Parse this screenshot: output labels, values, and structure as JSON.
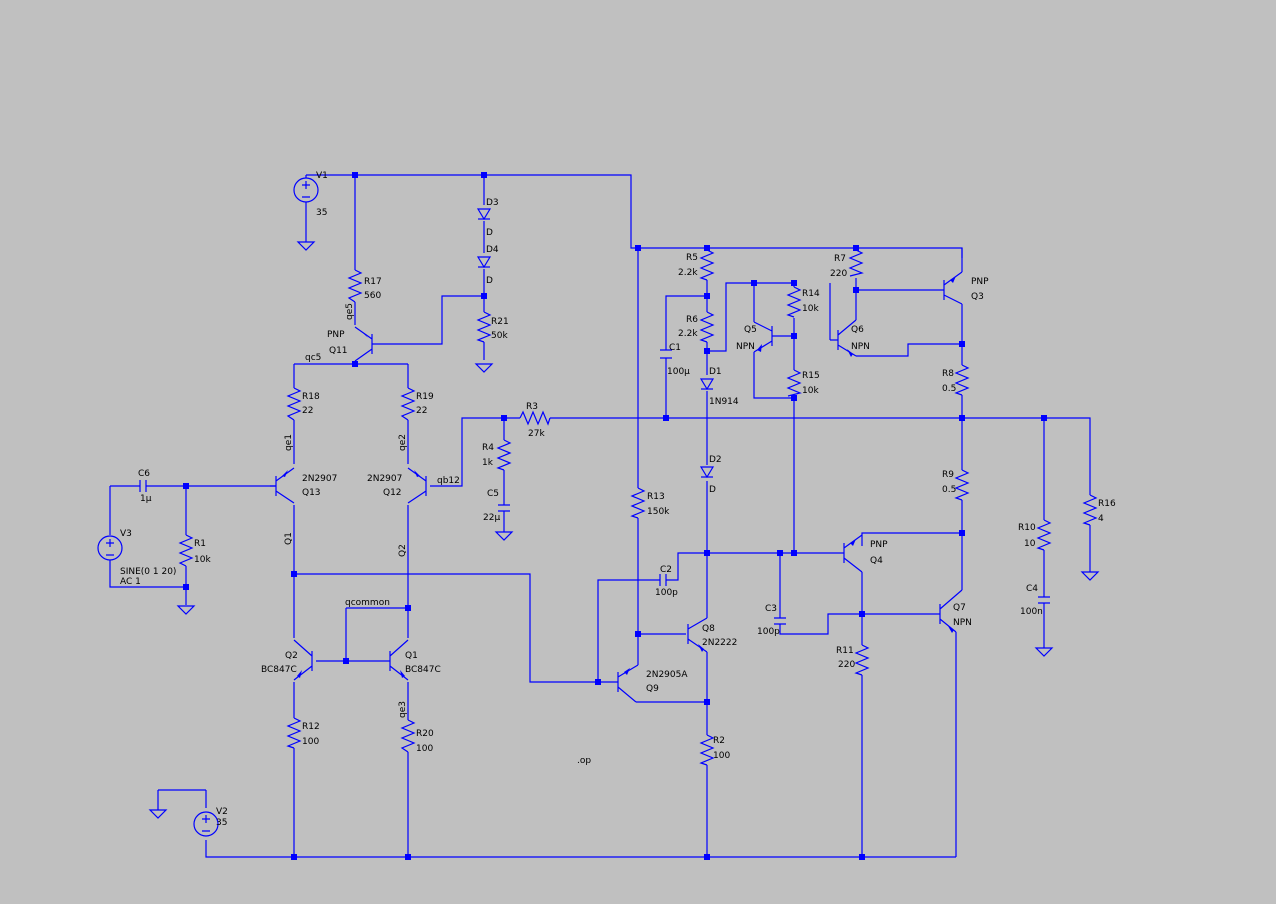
{
  "schematic": {
    "sources": {
      "V1": {
        "name": "V1",
        "value": "35"
      },
      "V2": {
        "name": "V2",
        "value": "35"
      },
      "V3": {
        "name": "V3",
        "value": "SINE(0 1 20)",
        "ac": "AC 1"
      }
    },
    "resistors": {
      "R1": {
        "name": "R1",
        "value": "10k"
      },
      "R2": {
        "name": "R2",
        "value": "100"
      },
      "R3": {
        "name": "R3",
        "value": "27k"
      },
      "R4": {
        "name": "R4",
        "value": "1k"
      },
      "R5": {
        "name": "R5",
        "value": "2.2k"
      },
      "R6": {
        "name": "R6",
        "value": "2.2k"
      },
      "R7": {
        "name": "R7",
        "value": "220"
      },
      "R8": {
        "name": "R8",
        "value": "0.5"
      },
      "R9": {
        "name": "R9",
        "value": "0.5"
      },
      "R10": {
        "name": "R10",
        "value": "10"
      },
      "R11": {
        "name": "R11",
        "value": "220"
      },
      "R12": {
        "name": "R12",
        "value": "100"
      },
      "R13": {
        "name": "R13",
        "value": "150k"
      },
      "R14": {
        "name": "R14",
        "value": "10k"
      },
      "R15": {
        "name": "R15",
        "value": "10k"
      },
      "R16": {
        "name": "R16",
        "value": "4"
      },
      "R17": {
        "name": "R17",
        "value": "560"
      },
      "R18": {
        "name": "R18",
        "value": "22"
      },
      "R19": {
        "name": "R19",
        "value": "22"
      },
      "R20": {
        "name": "R20",
        "value": "100"
      },
      "R21": {
        "name": "R21",
        "value": "50k"
      }
    },
    "capacitors": {
      "C1": {
        "name": "C1",
        "value": "100µ"
      },
      "C2": {
        "name": "C2",
        "value": "100p"
      },
      "C3": {
        "name": "C3",
        "value": "100p"
      },
      "C4": {
        "name": "C4",
        "value": "100n"
      },
      "C5": {
        "name": "C5",
        "value": "22µ"
      },
      "C6": {
        "name": "C6",
        "value": "1µ"
      }
    },
    "diodes": {
      "D1": {
        "name": "D1",
        "value": "1N914"
      },
      "D2": {
        "name": "D2",
        "value": "D"
      },
      "D3": {
        "name": "D3",
        "value": "D"
      },
      "D4": {
        "name": "D4",
        "value": "D"
      }
    },
    "transistors": {
      "Q1": {
        "name": "Q1",
        "value": "BC847C"
      },
      "Q2": {
        "name": "Q2",
        "value": "BC847C"
      },
      "Q3": {
        "name": "Q3",
        "value": "PNP"
      },
      "Q4": {
        "name": "Q4",
        "value": "PNP"
      },
      "Q5": {
        "name": "Q5",
        "value": "NPN"
      },
      "Q6": {
        "name": "Q6",
        "value": "NPN"
      },
      "Q7": {
        "name": "Q7",
        "value": "NPN"
      },
      "Q8": {
        "name": "Q8",
        "value": "2N2222"
      },
      "Q9": {
        "name": "Q9",
        "value": "2N2905A"
      },
      "Q11": {
        "name": "Q11",
        "value": "PNP"
      },
      "Q12": {
        "name": "Q12",
        "value": "2N2907"
      },
      "Q13": {
        "name": "Q13",
        "value": "2N2907"
      }
    },
    "nets": {
      "qe5": "qe5",
      "qc5": "qc5",
      "qe1": "qe1",
      "qe2": "qe2",
      "qb12": "qb12",
      "q1": "Q1",
      "q2": "Q2",
      "qcommon": "qcommon",
      "qe3": "qe3"
    },
    "directive": ".op"
  }
}
